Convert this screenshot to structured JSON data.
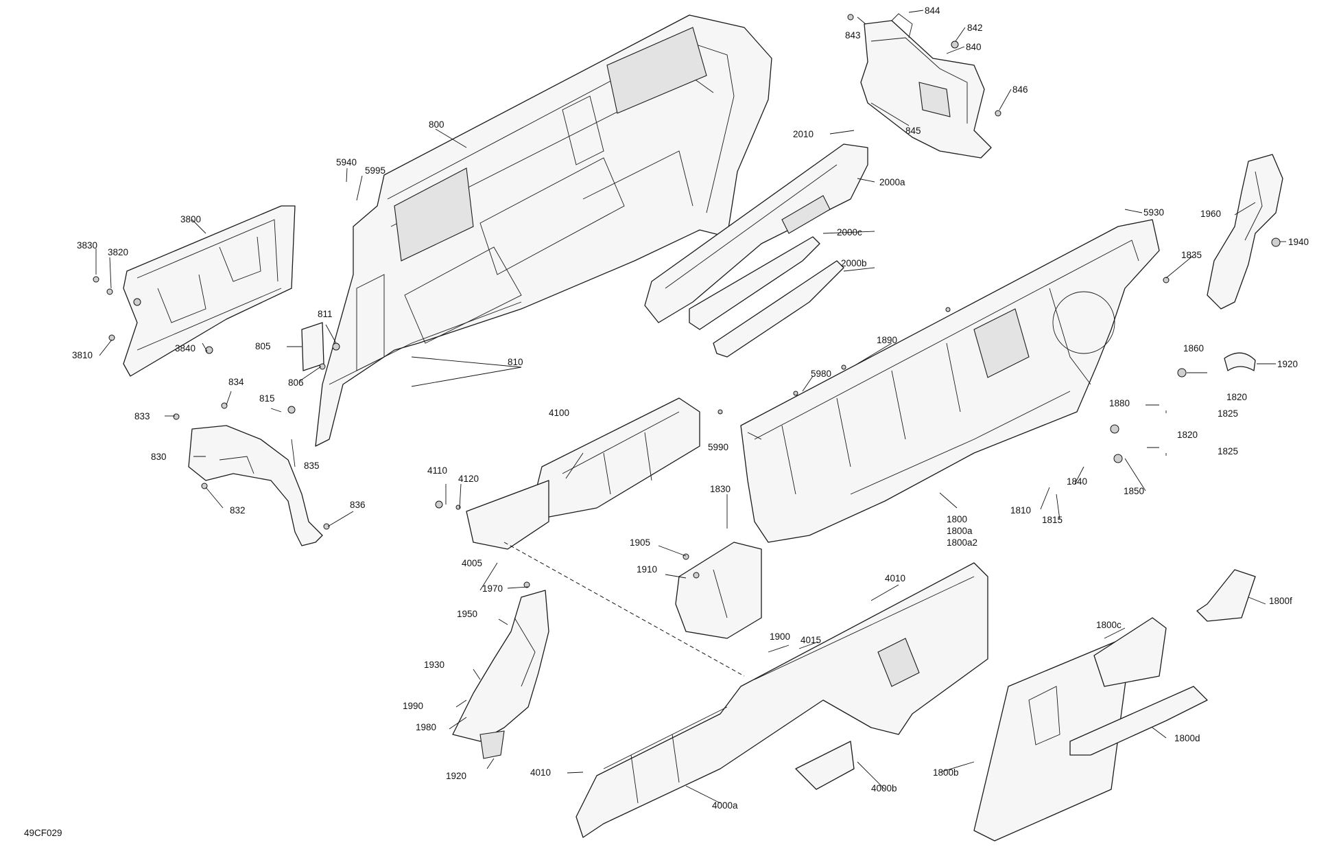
{
  "drawing_id": "49CF029",
  "labels": {
    "l844": "844",
    "l843": "843",
    "l842": "842",
    "l840": "840",
    "l846": "846",
    "l845": "845",
    "l800": "800",
    "l5940": "5940",
    "l5995": "5995",
    "l3800": "3800",
    "l3830": "3830",
    "l3820": "3820",
    "l3810": "3810",
    "l3840": "3840",
    "l811": "811",
    "l805": "805",
    "l806": "806",
    "l810": "810",
    "l834": "834",
    "l833": "833",
    "l815": "815",
    "l830": "830",
    "l835": "835",
    "l832": "832",
    "l836": "836",
    "l2010": "2010",
    "l2000a": "2000a",
    "l2000c": "2000c",
    "l2000b": "2000b",
    "l5930": "5930",
    "l1960": "1960",
    "l1940": "1940",
    "l1835": "1835",
    "l1890": "1890",
    "l1860": "1860",
    "l1920a": "1920",
    "l5980": "5980",
    "l1880": "1880",
    "l1820a": "1820",
    "l1825a": "1825",
    "l1820b": "1820",
    "l1825b": "1825",
    "l5990": "5990",
    "l4100": "4100",
    "l4110": "4110",
    "l4120": "4120",
    "l1840": "1840",
    "l1850": "1850",
    "l1830": "1830",
    "l1810": "1810",
    "l1815": "1815",
    "l1800": "1800",
    "l1800a": "1800a",
    "l1800a2": "1800a2",
    "l4005": "4005",
    "l1905": "1905",
    "l1910": "1910",
    "l4010a": "4010",
    "l1800f": "1800f",
    "l1970": "1970",
    "l1950": "1950",
    "l1900": "1900",
    "l4015": "4015",
    "l1800c": "1800c",
    "l1930": "1930",
    "l1990": "1990",
    "l1980": "1980",
    "l1800d": "1800d",
    "l1920b": "1920",
    "l4010b": "4010",
    "l1800b": "1800b",
    "l4000b": "4000b",
    "l4000a": "4000a"
  }
}
